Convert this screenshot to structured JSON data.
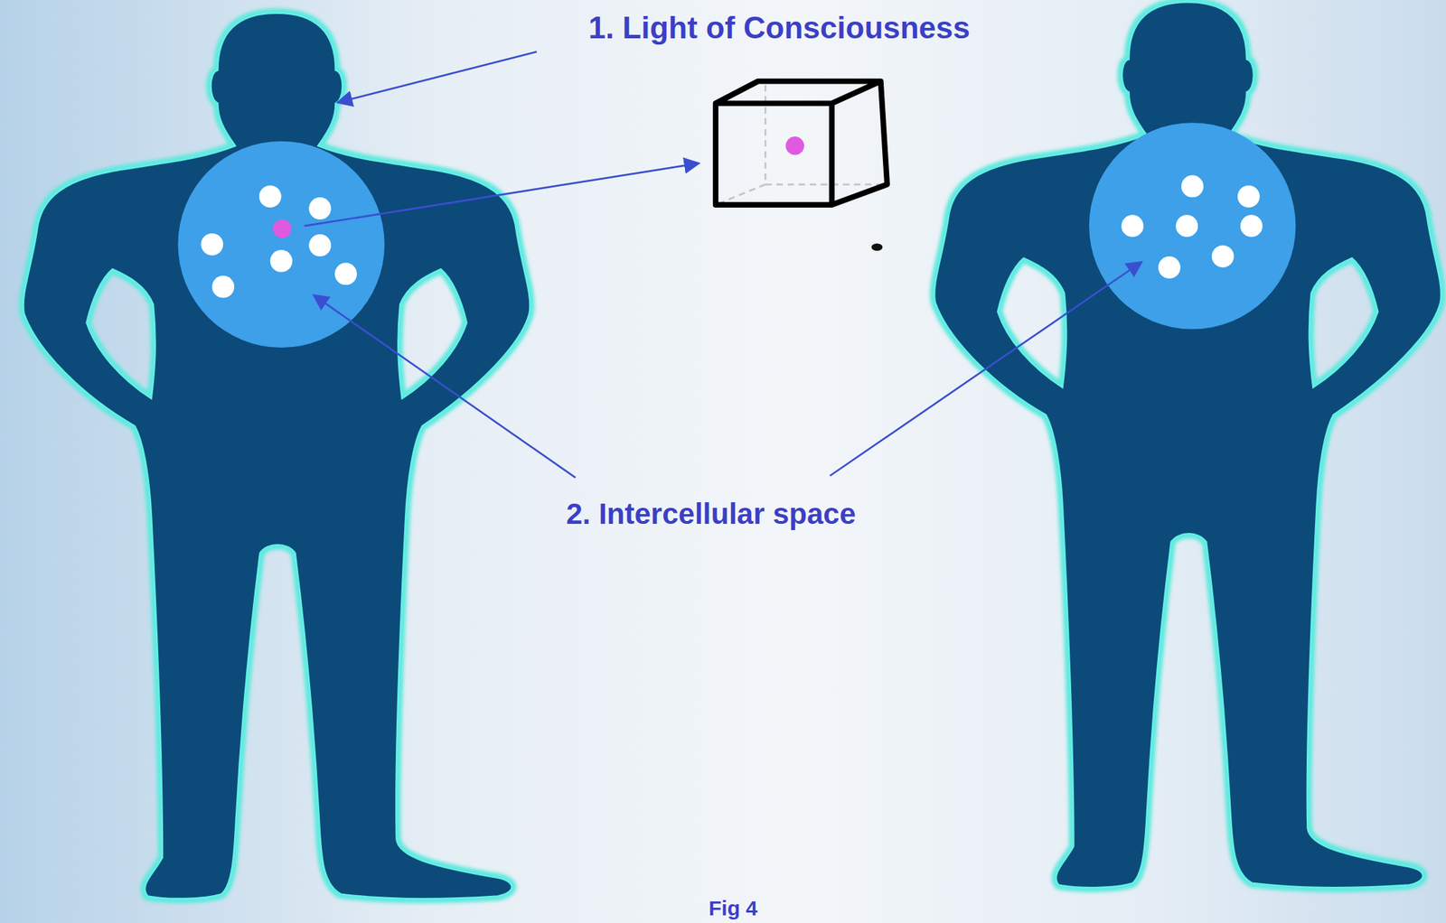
{
  "diagram": {
    "caption": "Fig 4",
    "labels": [
      "1. Light of Consciousness",
      "2. Intercellular space"
    ]
  }
}
